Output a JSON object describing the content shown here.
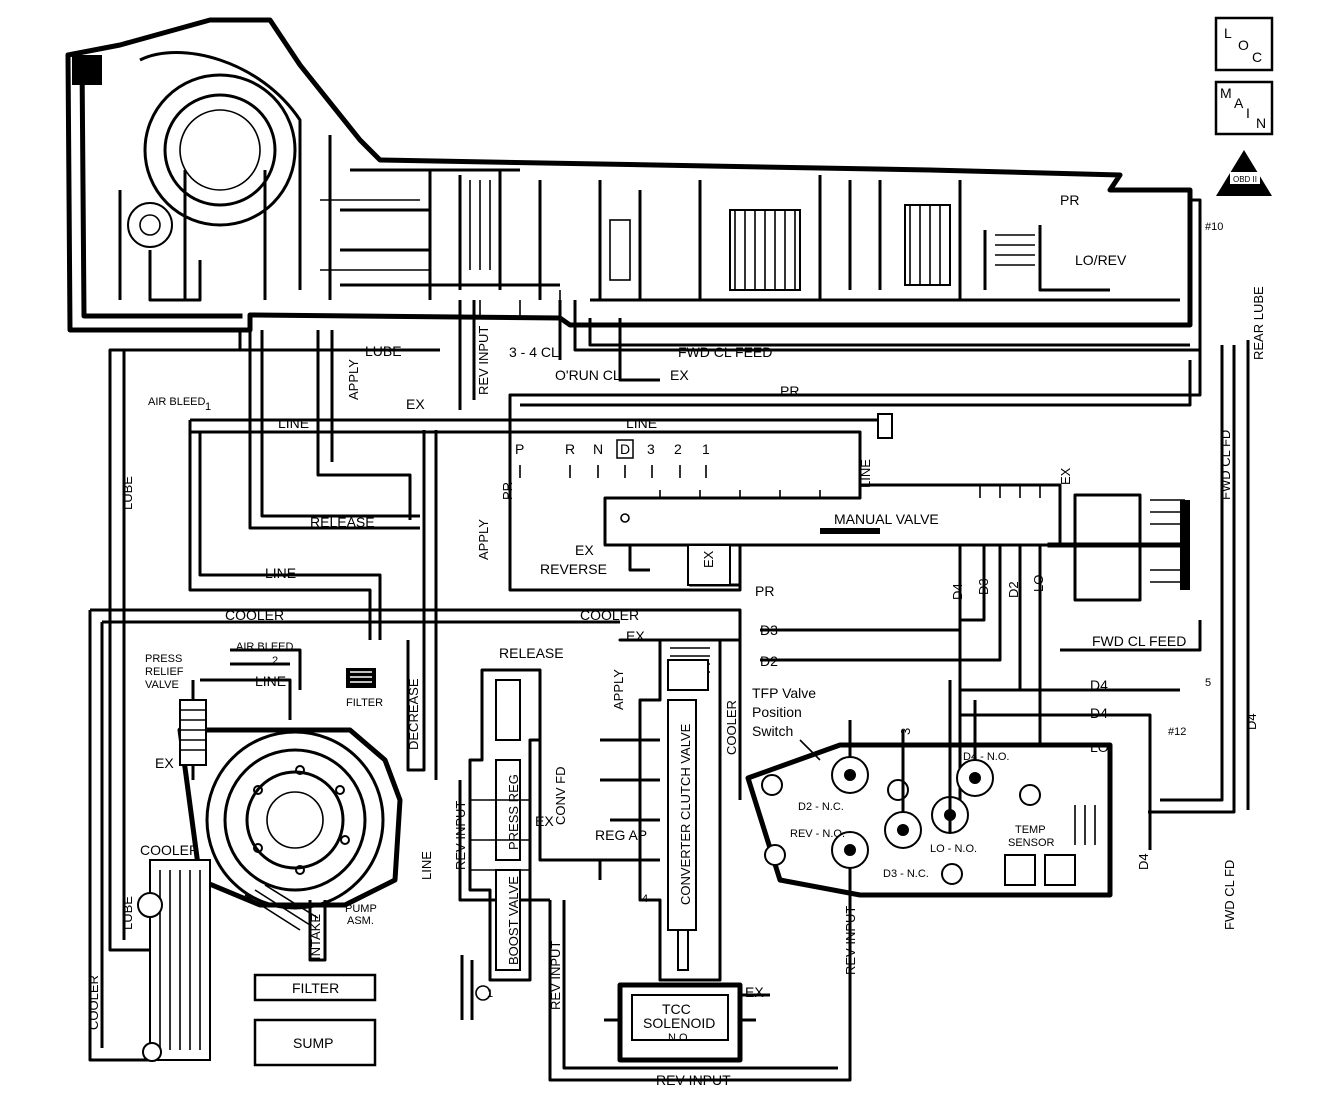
{
  "badges": {
    "loc": [
      "L",
      "O",
      "C"
    ],
    "main": [
      "M",
      "A",
      "I",
      "N"
    ],
    "obd": {
      "numeral": "II",
      "text": "OBD II"
    }
  },
  "lines": {
    "pr": "PR",
    "lo_rev": "LO/REV",
    "num10": "#10",
    "rear_lube": "REAR LUBE",
    "lube": "LUBE",
    "apply": "APPLY",
    "rev_input": "REV INPUT",
    "cl_34": "3 - 4 CL",
    "fwd_cl_feed": "FWD CL FEED",
    "orun_cl": "O'RUN CL",
    "ex": "EX",
    "air_bleed": "AIR BLEED",
    "circle1": "1",
    "line": "LINE",
    "release": "RELEASE",
    "decrease": "DECREASE",
    "cooler": "COOLER",
    "fwd_cl_fd": "FWD CL FD",
    "reverse": "REVERSE",
    "d3": "D3",
    "d2": "D2",
    "d4": "D4",
    "lo": "LO",
    "num12": "#12",
    "press_relief_valve": [
      "PRESS",
      "RELIEF",
      "VALVE"
    ],
    "circle2": "2",
    "filter_small": "FILTER",
    "conv_fd": "CONV FD",
    "reg_ap": "REG AP",
    "circle4": "4",
    "circle3": "3",
    "circle5": "5",
    "intake": "INTAKE",
    "pump_asm": [
      "PUMP",
      "ASM."
    ]
  },
  "manual_valve": {
    "positions": [
      "P",
      "R",
      "N",
      "D",
      "3",
      "2",
      "1"
    ],
    "label": "MANUAL VALVE",
    "ports": [
      "D4",
      "D3",
      "D2",
      "LO"
    ]
  },
  "valves": {
    "press_reg": "PRESS REG",
    "boost_valve": "BOOST VALVE",
    "converter_clutch_valve": "CONVERTER CLUTCH VALVE",
    "tcc_solenoid": [
      "TCC",
      "SOLENOID",
      "N.O."
    ]
  },
  "tfp": {
    "title": [
      "TFP Valve",
      "Position",
      "Switch"
    ],
    "contacts": [
      "D2 - N.C.",
      "REV - N.O.",
      "D3 - N.C.",
      "LO - N.O.",
      "D4 - N.O."
    ],
    "temp_sensor": [
      "TEMP",
      "SENSOR"
    ]
  },
  "boxes": {
    "filter": "FILTER",
    "sump": "SUMP"
  }
}
